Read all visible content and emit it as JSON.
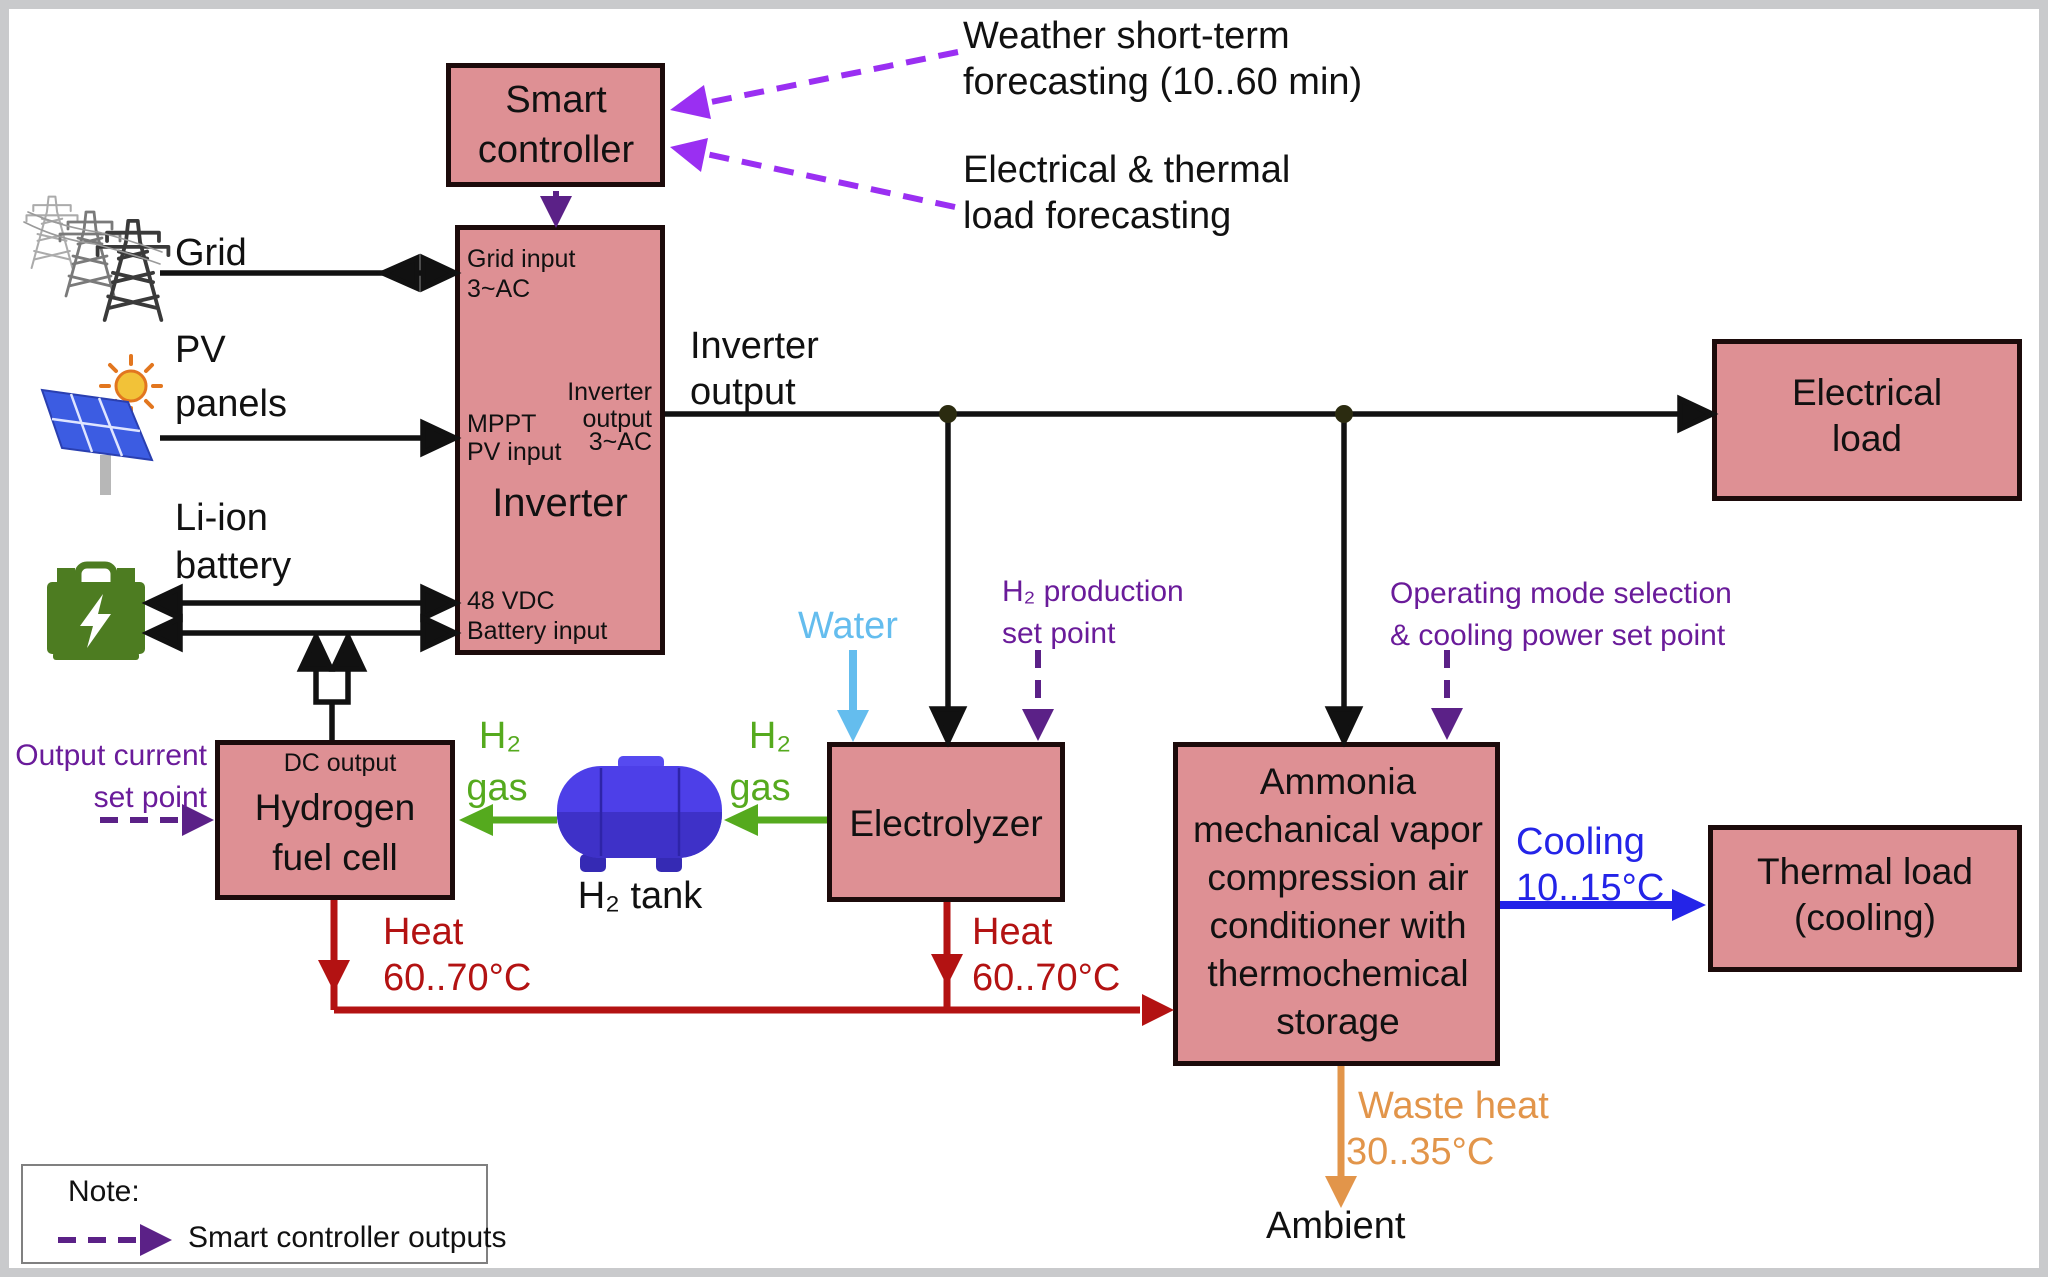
{
  "forecast": {
    "weather_line1": "Weather short-term",
    "weather_line2": "forecasting (10..60 min)",
    "load_line1": "Electrical & thermal",
    "load_line2": "load forecasting"
  },
  "smart_controller": {
    "line1": "Smart",
    "line2": "controller"
  },
  "sources": {
    "grid": "Grid",
    "pv_line1": "PV",
    "pv_line2": "panels",
    "liion_line1": "Li-ion",
    "liion_line2": "battery"
  },
  "inverter": {
    "grid_input_line1": "Grid input",
    "grid_input_line2": "3~AC",
    "mppt_line1": "MPPT",
    "mppt_line2": "PV input",
    "out_line1": "Inverter",
    "out_line2": "output",
    "out_line3": "3~AC",
    "name": "Inverter",
    "battery_line1": "48 VDC",
    "battery_line2": "Battery input"
  },
  "inverter_output_label": {
    "line1": "Inverter",
    "line2": "output"
  },
  "electrical_load": {
    "line1": "Electrical",
    "line2": "load"
  },
  "water_label": "Water",
  "h2_production": {
    "line1": "H₂ production",
    "line2": "set point"
  },
  "operating_mode": {
    "line1": "Operating mode selection",
    "line2": "& cooling power set point"
  },
  "output_current": {
    "line1": "Output current",
    "line2": "set point"
  },
  "fuel_cell": {
    "dc_output": "DC output",
    "line1": "Hydrogen",
    "line2": "fuel cell"
  },
  "h2_gas_left": {
    "line1": "H₂",
    "line2": "gas"
  },
  "h2_tank_label": "H₂ tank",
  "electrolyzer_label": "Electrolyzer",
  "h2_gas_right": {
    "line1": "H₂",
    "line2": "gas"
  },
  "heat_fuel_cell": {
    "line1": "Heat",
    "line2": "60..70°C"
  },
  "heat_electrolyzer": {
    "line1": "Heat",
    "line2": "60..70°C"
  },
  "ammonia": {
    "line1": "Ammonia",
    "line2": "mechanical vapor",
    "line3": "compression air",
    "line4": "conditioner with",
    "line5": "thermochemical",
    "line6": "storage"
  },
  "cooling": {
    "line1": "Cooling",
    "line2": "10..15°C"
  },
  "thermal_load": {
    "line1": "Thermal load",
    "line2": "(cooling)"
  },
  "waste_heat": {
    "line1": "Waste heat",
    "line2": "30..35°C"
  },
  "ambient_label": "Ambient",
  "note": {
    "title": "Note:",
    "legend": "Smart controller outputs"
  },
  "colors": {
    "box_fill": "#de9094",
    "box_border": "#1c0b0b",
    "forecast_arrow_violet": "#9a2ff2",
    "controller_output_purple": "#5b2187",
    "setpoint_text_purple": "#6a1b9a",
    "h2_green": "#55aa1e",
    "heat_red": "#b31212",
    "cooling_blue": "#2424e8",
    "water_lightblue": "#64bdee",
    "waste_heat_orange": "#e2954a",
    "battery_green": "#4d7c21",
    "tank_blue": "#4639de"
  }
}
